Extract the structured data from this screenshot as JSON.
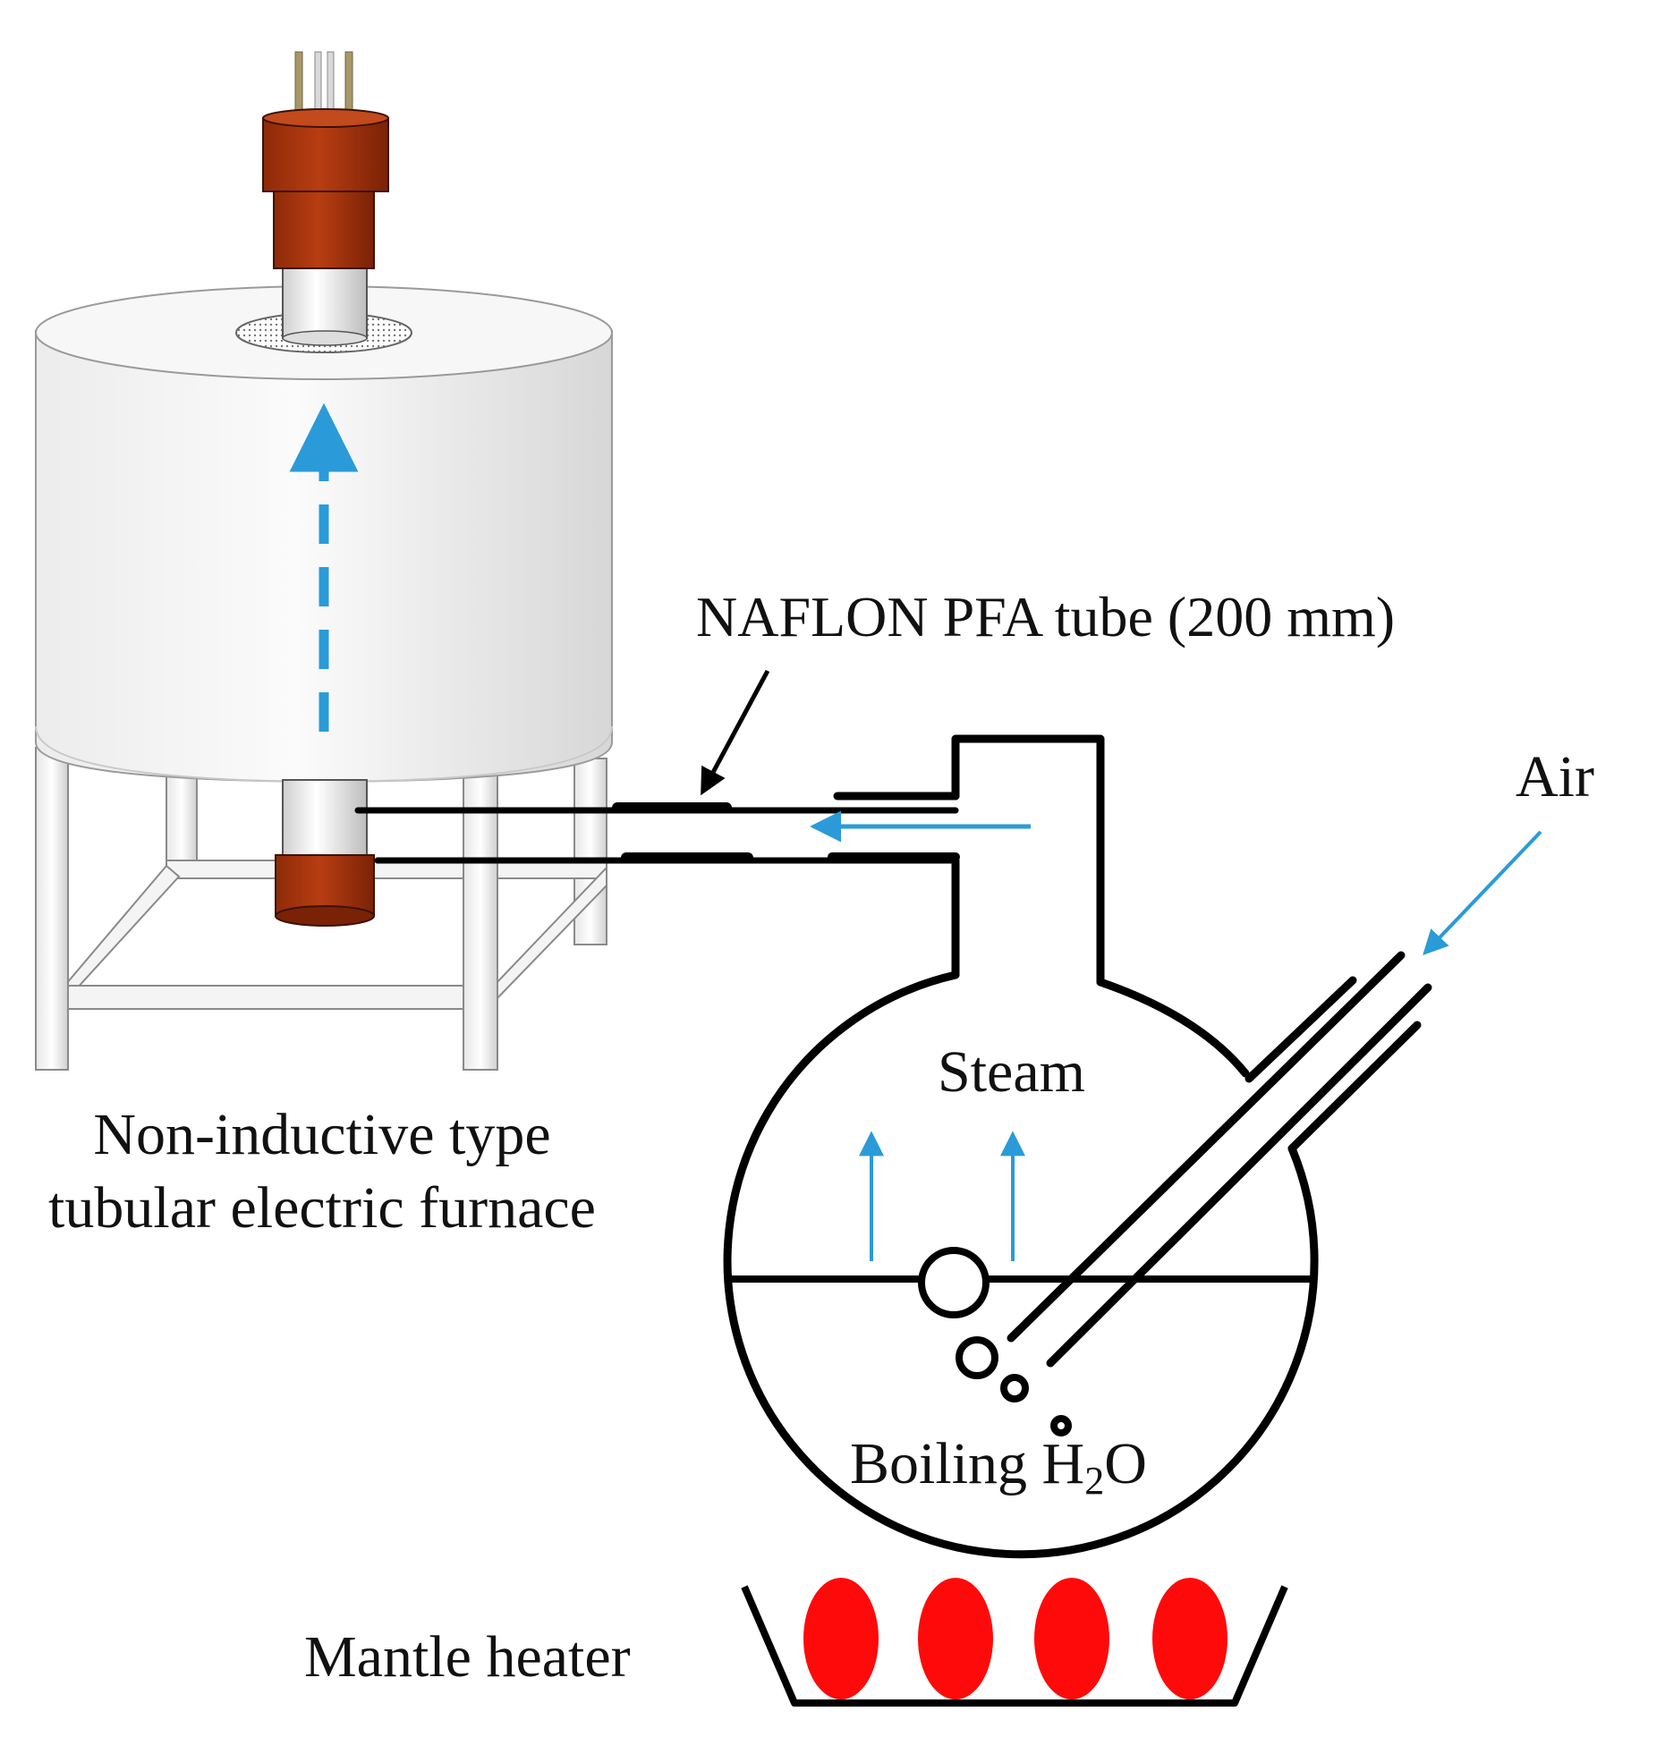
{
  "labels": {
    "naflon": "NAFLON  PFA tube (200 mm)",
    "air": "Air",
    "steam": "Steam",
    "furnace_line1": "Non-inductive type",
    "furnace_line2": "tubular electric furnace",
    "boiling_prefix": "Boiling H",
    "boiling_sub": "2",
    "boiling_suffix": "O",
    "mantle": "Mantle heater"
  },
  "colors": {
    "flow_arrow": "#2a9bd8",
    "outline": "#000000",
    "heater_flame": "#ff0a0a",
    "fitting": "#a8350f",
    "furnace_body": "#f1f1f1"
  }
}
